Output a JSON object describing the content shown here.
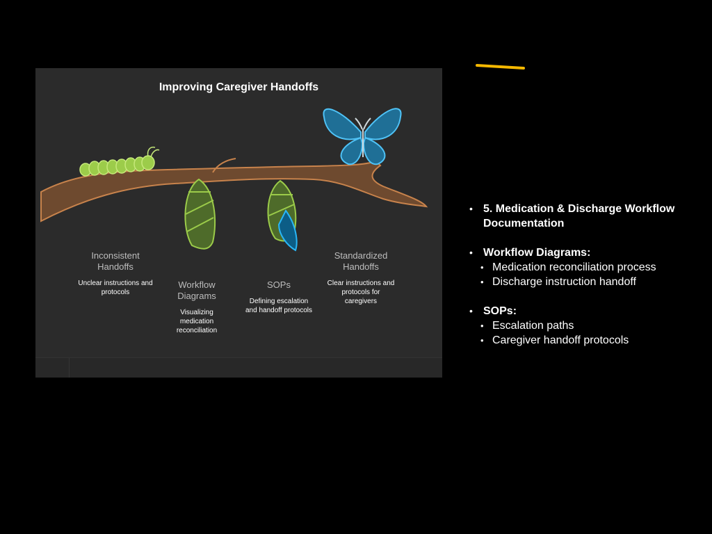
{
  "diagram": {
    "title": "Improving Caregiver Handoffs",
    "stages": [
      {
        "head": "Inconsistent Handoffs",
        "desc": "Unclear instructions and protocols"
      },
      {
        "head": "Workflow Diagrams",
        "desc": "Visualizing medication reconciliation"
      },
      {
        "head": "SOPs",
        "desc": "Defining escalation and handoff protocols"
      },
      {
        "head": "Standardized Handoffs",
        "desc": "Clear instructions and protocols for caregivers"
      }
    ],
    "icons": [
      "caterpillar-icon",
      "chrysalis-icon",
      "opening-chrysalis-icon",
      "butterfly-icon",
      "branch-icon"
    ],
    "colors": {
      "panel": "#2b2b2b",
      "branch": "#b07243",
      "caterpillar": "#8bc34a",
      "butterfly": "#29b6f6",
      "accent": "#f5b800"
    }
  },
  "bullets": {
    "item1": "5. Medication & Discharge Workflow Documentation",
    "item2": {
      "label": "Workflow Diagrams:",
      "subs": [
        "Medication reconciliation process",
        "Discharge instruction handoff"
      ]
    },
    "item3": {
      "label": "SOPs:",
      "subs": [
        "Escalation paths",
        "Caregiver handoff protocols"
      ]
    }
  }
}
